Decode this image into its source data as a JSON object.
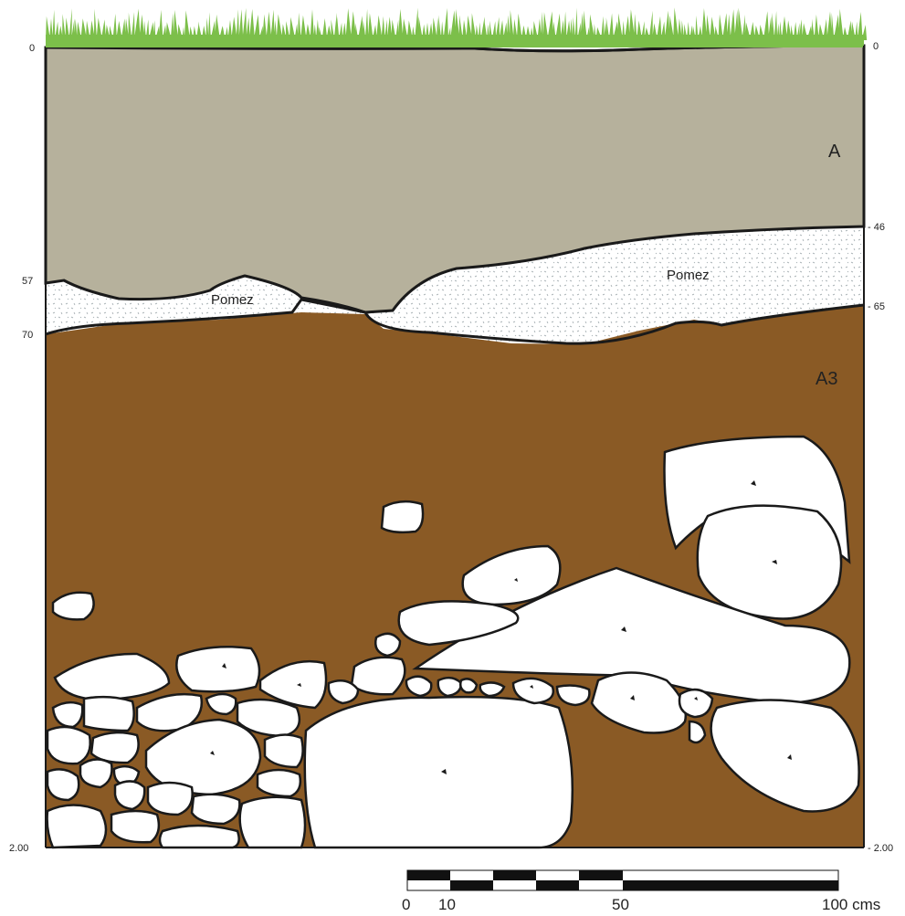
{
  "colors": {
    "grass": "#7cbf4a",
    "layer_a": "#b6b19c",
    "pomez": "#ffffff",
    "layer_a3": "#8a5a25",
    "stone": "#ffffff",
    "outline": "#1a1a1a"
  },
  "depth_ticks": {
    "left": [
      "0",
      "57",
      "70",
      "2.00"
    ],
    "right": [
      "0",
      "- 46",
      "- 65",
      "- 2.00"
    ]
  },
  "layers": {
    "a_label": "A",
    "a3_label": "A3",
    "pomez_left_label": "Pomez",
    "pomez_right_label": "Pomez"
  },
  "scale_bar": {
    "labels": [
      "0",
      "10",
      "50",
      "100 cms"
    ]
  }
}
